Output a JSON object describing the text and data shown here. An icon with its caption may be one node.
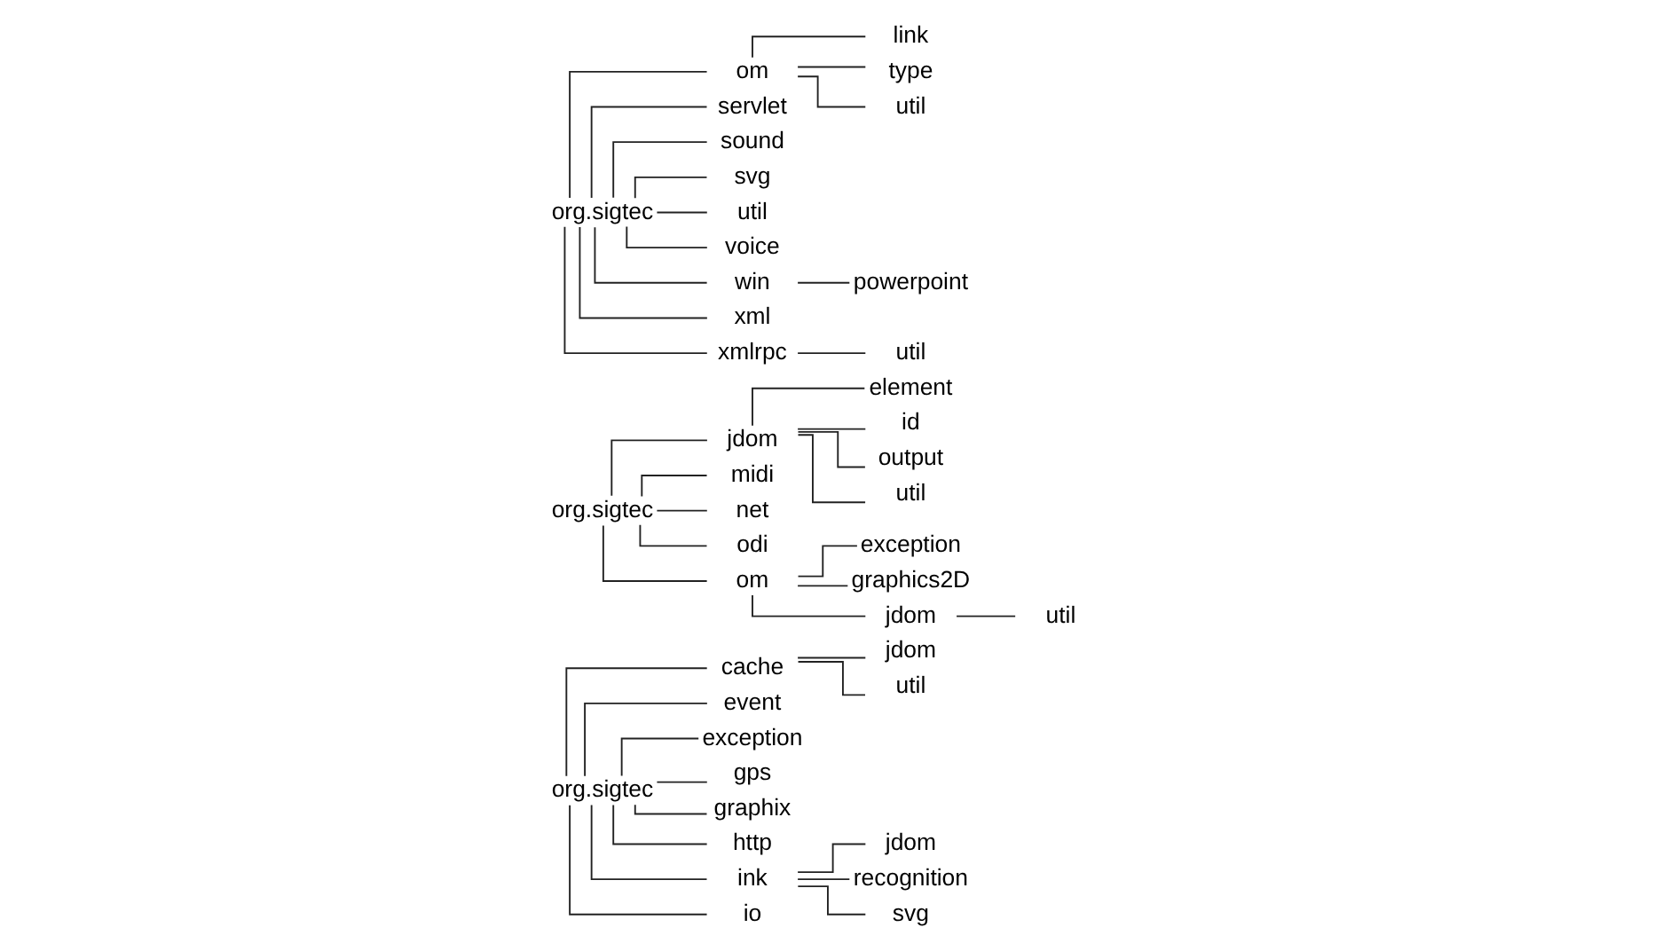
{
  "diagram": {
    "nodes": [
      {
        "text": [
          "org.sigtec"
        ]
      },
      {
        "text": [
          "cache"
        ]
      },
      {
        "text": [
          "jdom"
        ]
      },
      {
        "text": [
          "util"
        ]
      },
      {
        "text": [
          "event"
        ]
      },
      {
        "text": [
          "exception"
        ]
      },
      {
        "text": [
          "gps"
        ]
      },
      {
        "text": [
          "graphix"
        ]
      },
      {
        "text": [
          "http"
        ]
      },
      {
        "text": [
          "ink"
        ]
      },
      {
        "text": [
          "jdom"
        ]
      },
      {
        "text": [
          "recognition"
        ]
      },
      {
        "text": [
          "svg"
        ]
      },
      {
        "text": [
          "io"
        ]
      },
      {
        "text": [
          "org.sigtec"
        ]
      },
      {
        "text": [
          "jdom"
        ]
      },
      {
        "text": [
          "element"
        ]
      },
      {
        "text": [
          "id"
        ]
      },
      {
        "text": [
          "output"
        ]
      },
      {
        "text": [
          "util"
        ]
      },
      {
        "text": [
          "midi"
        ]
      },
      {
        "text": [
          "net"
        ]
      },
      {
        "text": [
          "odi"
        ]
      },
      {
        "text": [
          "om"
        ]
      },
      {
        "text": [
          "exception"
        ]
      },
      {
        "text": [
          "graphics2D"
        ]
      },
      {
        "text": [
          "jdom"
        ]
      },
      {
        "text": [
          "util"
        ]
      },
      {
        "text": [
          "org.sigtec"
        ]
      },
      {
        "text": [
          "om"
        ]
      },
      {
        "text": [
          "link"
        ]
      },
      {
        "text": [
          "type"
        ]
      },
      {
        "text": [
          "util"
        ]
      },
      {
        "text": [
          "servlet"
        ]
      },
      {
        "text": [
          "sound"
        ]
      },
      {
        "text": [
          "svg"
        ]
      },
      {
        "text": [
          "util"
        ]
      },
      {
        "text": [
          "voice"
        ]
      },
      {
        "text": [
          "win"
        ]
      },
      {
        "text": [
          "powerpoint"
        ]
      },
      {
        "text": [
          "xml"
        ]
      },
      {
        "text": [
          "xmlrpc"
        ]
      },
      {
        "text": [
          "util"
        ]
      }
    ],
    "edges": [
      {
        "from": 0,
        "to": 1,
        "arrow": "none"
      },
      {
        "from": 1,
        "to": 2,
        "arrow": "none"
      },
      {
        "from": 1,
        "to": 3,
        "arrow": "none"
      },
      {
        "from": 0,
        "to": 4,
        "arrow": "none"
      },
      {
        "from": 0,
        "to": 5,
        "arrow": "none"
      },
      {
        "from": 0,
        "to": 6,
        "arrow": "none"
      },
      {
        "from": 0,
        "to": 7,
        "arrow": "none"
      },
      {
        "from": 0,
        "to": 8,
        "arrow": "none"
      },
      {
        "from": 0,
        "to": 9,
        "arrow": "none"
      },
      {
        "from": 9,
        "to": 10,
        "arrow": "none"
      },
      {
        "from": 9,
        "to": 11,
        "arrow": "none"
      },
      {
        "from": 9,
        "to": 12,
        "arrow": "none"
      },
      {
        "from": 0,
        "to": 13,
        "arrow": "none"
      },
      {
        "from": 14,
        "to": 15,
        "arrow": "none"
      },
      {
        "from": 15,
        "to": 16,
        "arrow": "none"
      },
      {
        "from": 15,
        "to": 17,
        "arrow": "none"
      },
      {
        "from": 15,
        "to": 18,
        "arrow": "none"
      },
      {
        "from": 15,
        "to": 19,
        "arrow": "none"
      },
      {
        "from": 14,
        "to": 20,
        "arrow": "none"
      },
      {
        "from": 14,
        "to": 21,
        "arrow": "none"
      },
      {
        "from": 14,
        "to": 22,
        "arrow": "none"
      },
      {
        "from": 14,
        "to": 23,
        "arrow": "none"
      },
      {
        "from": 23,
        "to": 24,
        "arrow": "none"
      },
      {
        "from": 23,
        "to": 25,
        "arrow": "none"
      },
      {
        "from": 23,
        "to": 26,
        "arrow": "none"
      },
      {
        "from": 26,
        "to": 27,
        "arrow": "none"
      },
      {
        "from": 28,
        "to": 29,
        "arrow": "none"
      },
      {
        "from": 29,
        "to": 30,
        "arrow": "none"
      },
      {
        "from": 29,
        "to": 31,
        "arrow": "none"
      },
      {
        "from": 29,
        "to": 32,
        "arrow": "none"
      },
      {
        "from": 28,
        "to": 33,
        "arrow": "none"
      },
      {
        "from": 28,
        "to": 34,
        "arrow": "none"
      },
      {
        "from": 28,
        "to": 35,
        "arrow": "none"
      },
      {
        "from": 28,
        "to": 36,
        "arrow": "none"
      },
      {
        "from": 28,
        "to": 37,
        "arrow": "none"
      },
      {
        "from": 28,
        "to": 38,
        "arrow": "none"
      },
      {
        "from": 38,
        "to": 39,
        "arrow": "none"
      },
      {
        "from": 28,
        "to": 40,
        "arrow": "none"
      },
      {
        "from": 28,
        "to": 41,
        "arrow": "none"
      },
      {
        "from": 41,
        "to": 42,
        "arrow": "none"
      }
    ]
  }
}
